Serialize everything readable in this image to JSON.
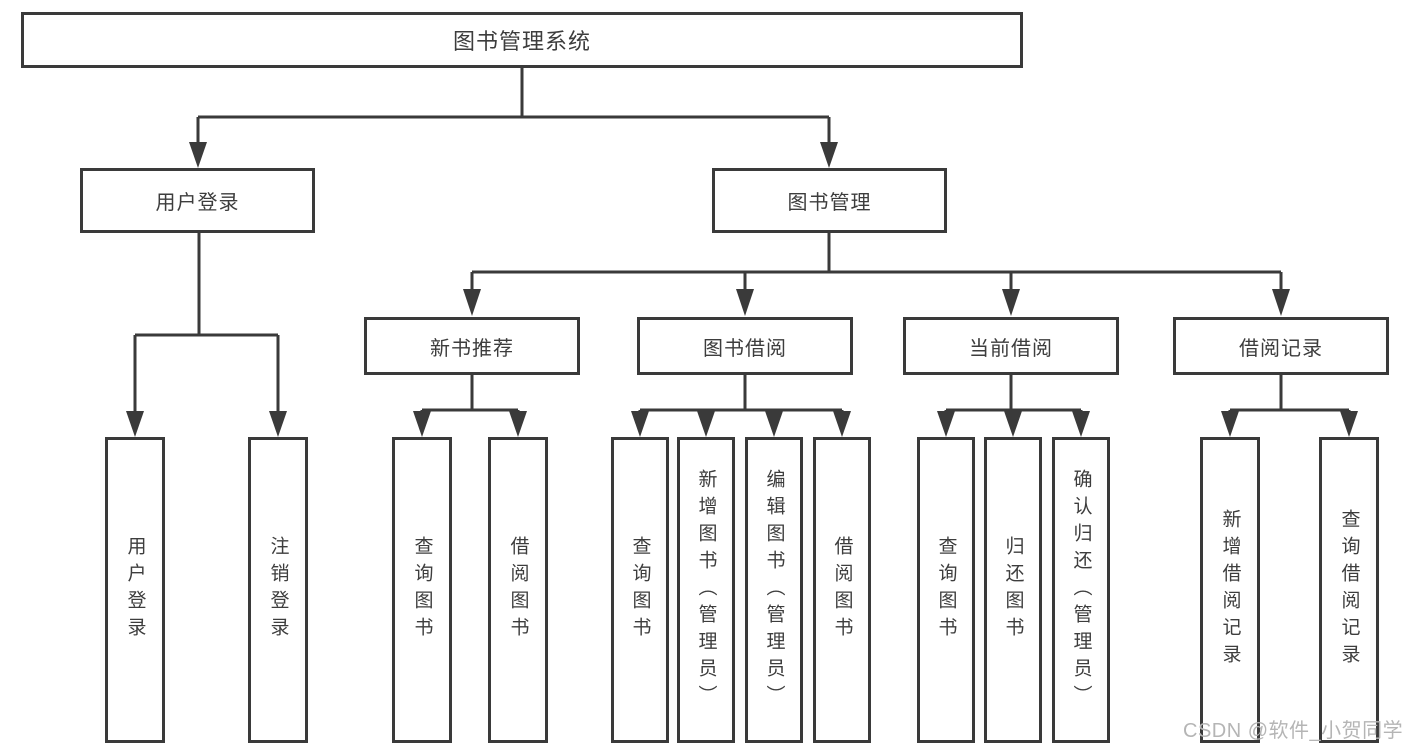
{
  "colors": {
    "background": "#ffffff",
    "line": "#3a3a3a",
    "text": "#3d3d3d",
    "watermark_text": "#b5b5b5"
  },
  "diagram": {
    "root": {
      "label": "图书管理系统"
    },
    "branches": [
      {
        "label": "用户登录",
        "leaves": [
          "用户登录",
          "注销登录"
        ]
      },
      {
        "label": "图书管理",
        "groups": [
          {
            "label": "新书推荐",
            "leaves": [
              "查询图书",
              "借阅图书"
            ]
          },
          {
            "label": "图书借阅",
            "leaves": [
              "查询图书",
              "新增图书（管理员）",
              "编辑图书（管理员）",
              "借阅图书"
            ]
          },
          {
            "label": "当前借阅",
            "leaves": [
              "查询图书",
              "归还图书",
              "确认归还（管理员）"
            ]
          },
          {
            "label": "借阅记录",
            "leaves": [
              "新增借阅记录",
              "查询借阅记录"
            ]
          }
        ]
      }
    ]
  },
  "watermark": "CSDN @软件_小贺同学"
}
